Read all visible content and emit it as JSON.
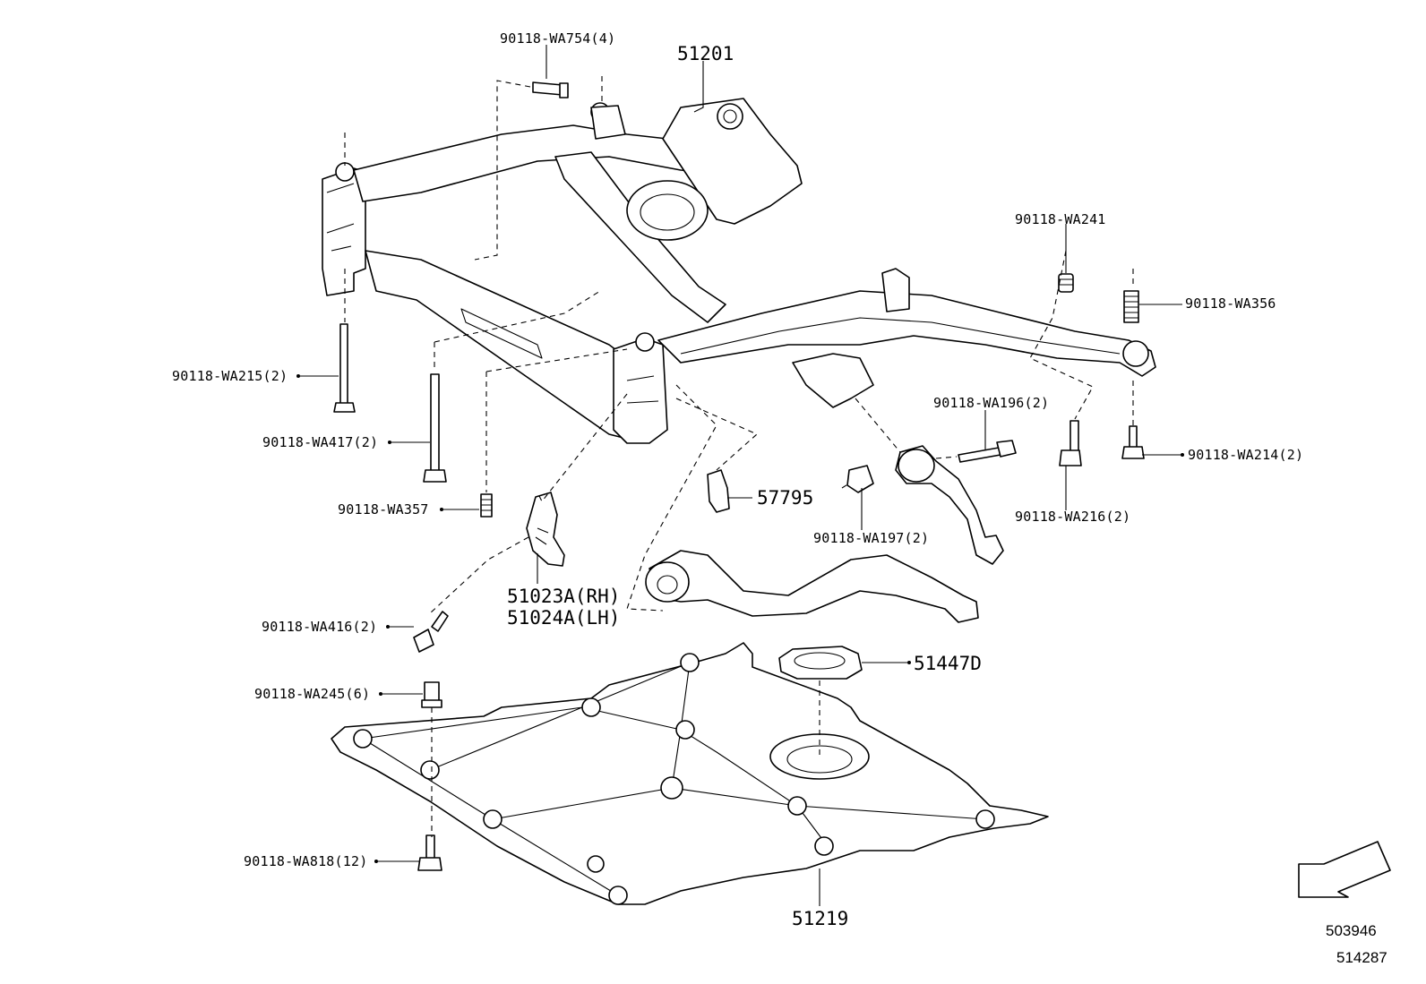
{
  "parts": {
    "p_90118_WA754": "90118-WA754(4)",
    "p_51201": "51201",
    "p_90118_WA241": "90118-WA241",
    "p_90118_WA356": "90118-WA356",
    "p_90118_WA215": "90118-WA215(2)",
    "p_90118_WA196": "90118-WA196(2)",
    "p_90118_WA417": "90118-WA417(2)",
    "p_90118_WA214": "90118-WA214(2)",
    "p_90118_WA357": "90118-WA357",
    "p_57795": "57795",
    "p_90118_WA197": "90118-WA197(2)",
    "p_90118_WA216": "90118-WA216(2)",
    "p_51023A": "51023A(RH)",
    "p_51024A": "51024A(LH)",
    "p_90118_WA416": "90118-WA416(2)",
    "p_51447D": "51447D",
    "p_90118_WA245": "90118-WA245(6)",
    "p_90118_WA818": "90118-WA818(12)",
    "p_51219": "51219"
  },
  "refs": {
    "ref_1": "503946",
    "ref_2": "514287"
  }
}
